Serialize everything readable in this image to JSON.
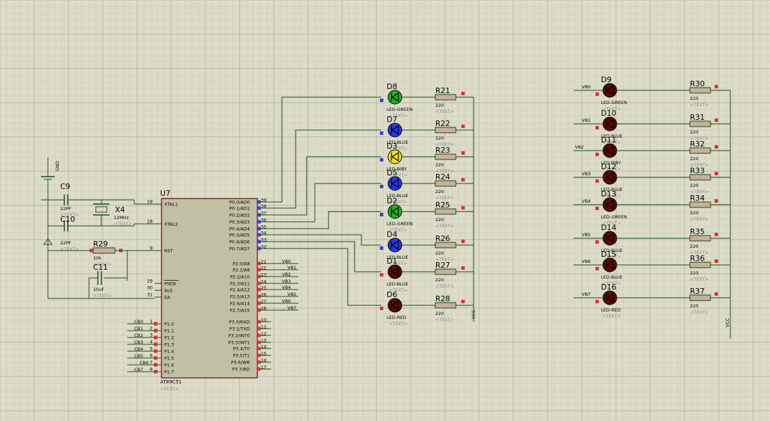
{
  "colors": {
    "background": "#dcdcc8",
    "grid_minor": "#cfcfba",
    "grid_major": "#b9b9a4",
    "wire": "#1a4a1a",
    "chip_fill": "#c0c0a4",
    "chip_border": "#6a0000",
    "text": "#000000",
    "placeholder": "#8a8a8a",
    "pin_red": "#e03030",
    "pin_blue": "#3040e0",
    "led_green": "#22b022",
    "led_blue": "#2838e0",
    "led_yellow": "#f0e020",
    "led_red": "#b01010",
    "led_off": "#5a0a0a",
    "resistor_fill": "#c8b09a"
  },
  "placeholder_text": "<TEXT>",
  "mcu": {
    "ref": "U7",
    "part": "AT89C51",
    "left_pins": [
      {
        "num": "19",
        "label": "XTAL1"
      },
      {
        "num": "18",
        "label": "XTAL2"
      },
      {
        "num": "9",
        "label": "RST"
      },
      {
        "num": "29",
        "label": "PSEN"
      },
      {
        "num": "30",
        "label": "ALE"
      },
      {
        "num": "31",
        "label": "EA"
      },
      {
        "num": "1",
        "label": "P1.0"
      },
      {
        "num": "2",
        "label": "P1.1"
      },
      {
        "num": "3",
        "label": "P1.2"
      },
      {
        "num": "4",
        "label": "P1.3"
      },
      {
        "num": "5",
        "label": "P1.4"
      },
      {
        "num": "6",
        "label": "P1.5"
      },
      {
        "num": "7",
        "label": "P1.6"
      },
      {
        "num": "8",
        "label": "P1.7"
      }
    ],
    "right_pins": [
      {
        "num": "39",
        "label": "P0.0/AD0"
      },
      {
        "num": "38",
        "label": "P0.1/AD1"
      },
      {
        "num": "37",
        "label": "P0.2/AD2"
      },
      {
        "num": "36",
        "label": "P0.3/AD3"
      },
      {
        "num": "35",
        "label": "P0.4/AD4"
      },
      {
        "num": "34",
        "label": "P0.5/AD5"
      },
      {
        "num": "33",
        "label": "P0.6/AD6"
      },
      {
        "num": "32",
        "label": "P0.7/AD7"
      },
      {
        "num": "21",
        "label": "P2.0/A8"
      },
      {
        "num": "22",
        "label": "P2.1/A9"
      },
      {
        "num": "23",
        "label": "P2.2/A10"
      },
      {
        "num": "24",
        "label": "P2.3/A11"
      },
      {
        "num": "25",
        "label": "P2.4/A12"
      },
      {
        "num": "26",
        "label": "P2.5/A13"
      },
      {
        "num": "27",
        "label": "P2.6/A14"
      },
      {
        "num": "28",
        "label": "P2.7/A15"
      },
      {
        "num": "10",
        "label": "P3.0/RXD"
      },
      {
        "num": "11",
        "label": "P3.1/TXD"
      },
      {
        "num": "12",
        "label": "P3.2/INT0"
      },
      {
        "num": "13",
        "label": "P3.3/INT1"
      },
      {
        "num": "14",
        "label": "P3.4/T0"
      },
      {
        "num": "15",
        "label": "P3.5/T1"
      },
      {
        "num": "16",
        "label": "P3.6/WR"
      },
      {
        "num": "17",
        "label": "P3.7/RD"
      }
    ],
    "p2_nets": [
      "VB0",
      "VB1",
      "VB2",
      "VB3",
      "VB4",
      "VB5",
      "VB6",
      "VB7"
    ],
    "p1_nets": [
      "CB0",
      "CB1",
      "CB2",
      "CB3",
      "CB4",
      "CB5",
      "CB6",
      "CB7"
    ]
  },
  "left_circuit": {
    "gnd": "GND",
    "c9": {
      "ref": "C9",
      "value": "22PF"
    },
    "c10": {
      "ref": "C10",
      "value": "22PF"
    },
    "x4": {
      "ref": "X4",
      "value": "12MHz"
    },
    "r29": {
      "ref": "R29",
      "value": "10k"
    },
    "c11": {
      "ref": "C11",
      "value": "10uF"
    }
  },
  "vcc_label": "VCC",
  "left_bank": [
    {
      "led_ref": "D8",
      "led_type": "LED-GREEN",
      "res_ref": "R21",
      "res_value": "220",
      "color": "green"
    },
    {
      "led_ref": "D7",
      "led_type": "LED-BLUE",
      "res_ref": "R22",
      "res_value": "220",
      "color": "blue"
    },
    {
      "led_ref": "D3",
      "led_type": "LED-BIBY",
      "res_ref": "R23",
      "res_value": "220",
      "color": "yellow"
    },
    {
      "led_ref": "D5",
      "led_type": "LED-BLUE",
      "res_ref": "R24",
      "res_value": "220",
      "color": "blue"
    },
    {
      "led_ref": "D2",
      "led_type": "LED-GREEN",
      "res_ref": "R25",
      "res_value": "220",
      "color": "green"
    },
    {
      "led_ref": "D4",
      "led_type": "LED-BLUE",
      "res_ref": "R26",
      "res_value": "220",
      "color": "blue"
    },
    {
      "led_ref": "D1",
      "led_type": "LED-BLUE",
      "res_ref": "R27",
      "res_value": "220",
      "color": "off"
    },
    {
      "led_ref": "D6",
      "led_type": "LED-RED",
      "res_ref": "R28",
      "res_value": "220",
      "color": "off"
    }
  ],
  "right_bank": [
    {
      "net": "VB0",
      "led_ref": "D9",
      "led_type": "LED-GREEN",
      "res_ref": "R30",
      "res_value": "220"
    },
    {
      "net": "VB1",
      "led_ref": "D10",
      "led_type": "LED-BLUE",
      "res_ref": "R31",
      "res_value": "220"
    },
    {
      "net": "VB2",
      "led_ref": "D11",
      "led_type": "LED-BIBY",
      "res_ref": "R32",
      "res_value": "220"
    },
    {
      "net": "VB3",
      "led_ref": "D12",
      "led_type": "LED-BLUE",
      "res_ref": "R33",
      "res_value": "220"
    },
    {
      "net": "VB4",
      "led_ref": "D13",
      "led_type": "LED-GREEN",
      "res_ref": "R34",
      "res_value": "220"
    },
    {
      "net": "VB5",
      "led_ref": "D14",
      "led_type": "LED-BLUE",
      "res_ref": "R35",
      "res_value": "220"
    },
    {
      "net": "VB6",
      "led_ref": "D15",
      "led_type": "LED-BLUE",
      "res_ref": "R36",
      "res_value": "220"
    },
    {
      "net": "VB7",
      "led_ref": "D16",
      "led_type": "LED-RED",
      "res_ref": "R37",
      "res_value": "220"
    }
  ]
}
